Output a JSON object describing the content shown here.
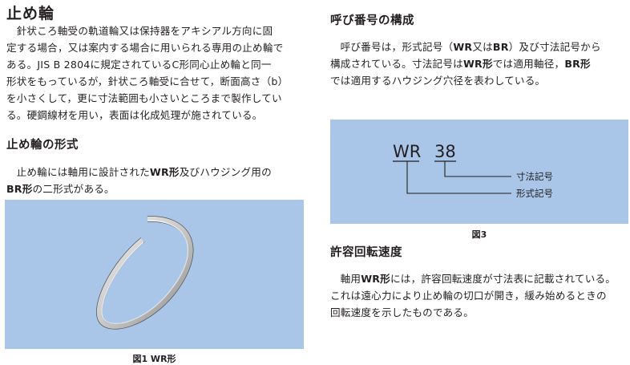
{
  "left": {
    "title": "止め輪",
    "para1_lines": [
      "針状ころ軸受の軌道輪又は保持器をアキシアル方向に固",
      "定する場合，又は案内する場合に用いられる専用の止め輪で",
      "ある。JIS B 2804に規定されているC形同心止め輪と同一",
      "形状をもっているが，針状ころ軸受に合せて，断面高さ（b）",
      "を小さくして，更に寸法範囲も小さいところまで製作してい",
      "る。硬鋼線材を用い，表面は化成処理が施されている。"
    ],
    "section_heading": "止め輪の形式",
    "para2_line1_a": "止め輪には軸用に設計された",
    "para2_line1_b": "WR形",
    "para2_line1_c": "及びハウジング用の",
    "para2_line2_a": "BR形",
    "para2_line2_b": "の二形式がある。",
    "figure_caption": "図1 WR形"
  },
  "right": {
    "heading1": "呼び番号の構成",
    "para1_line1_a": "呼び番号は，形式記号（",
    "para1_line1_b": "WR",
    "para1_line1_c": "又は",
    "para1_line1_d": "BR",
    "para1_line1_e": "）及び寸法記号から",
    "para1_line2": "構成されている。寸法記号は",
    "para1_line2_b": "WR形",
    "para1_line2_c": "では適用軸径，",
    "para1_line2_d": "BR形",
    "para1_line3": "では適用するハウジング穴径を表わしている。",
    "diagram": {
      "code_type": "WR",
      "code_size": "38",
      "label_size": "寸法記号",
      "label_type": "形式記号"
    },
    "figure_caption": "図3",
    "heading2": "許容回転速度",
    "para2_line1_a": "軸用",
    "para2_line1_b": "WR形",
    "para2_line1_c": "には，許容回転速度が寸法表に記載されている。",
    "para2_line2": "これは遠心力により止め輪の切口が開き，緩み始めるときの",
    "para2_line3": "回転速度を示したものである。"
  },
  "colors": {
    "panel": "#a9c5e8",
    "text": "#231f20"
  }
}
